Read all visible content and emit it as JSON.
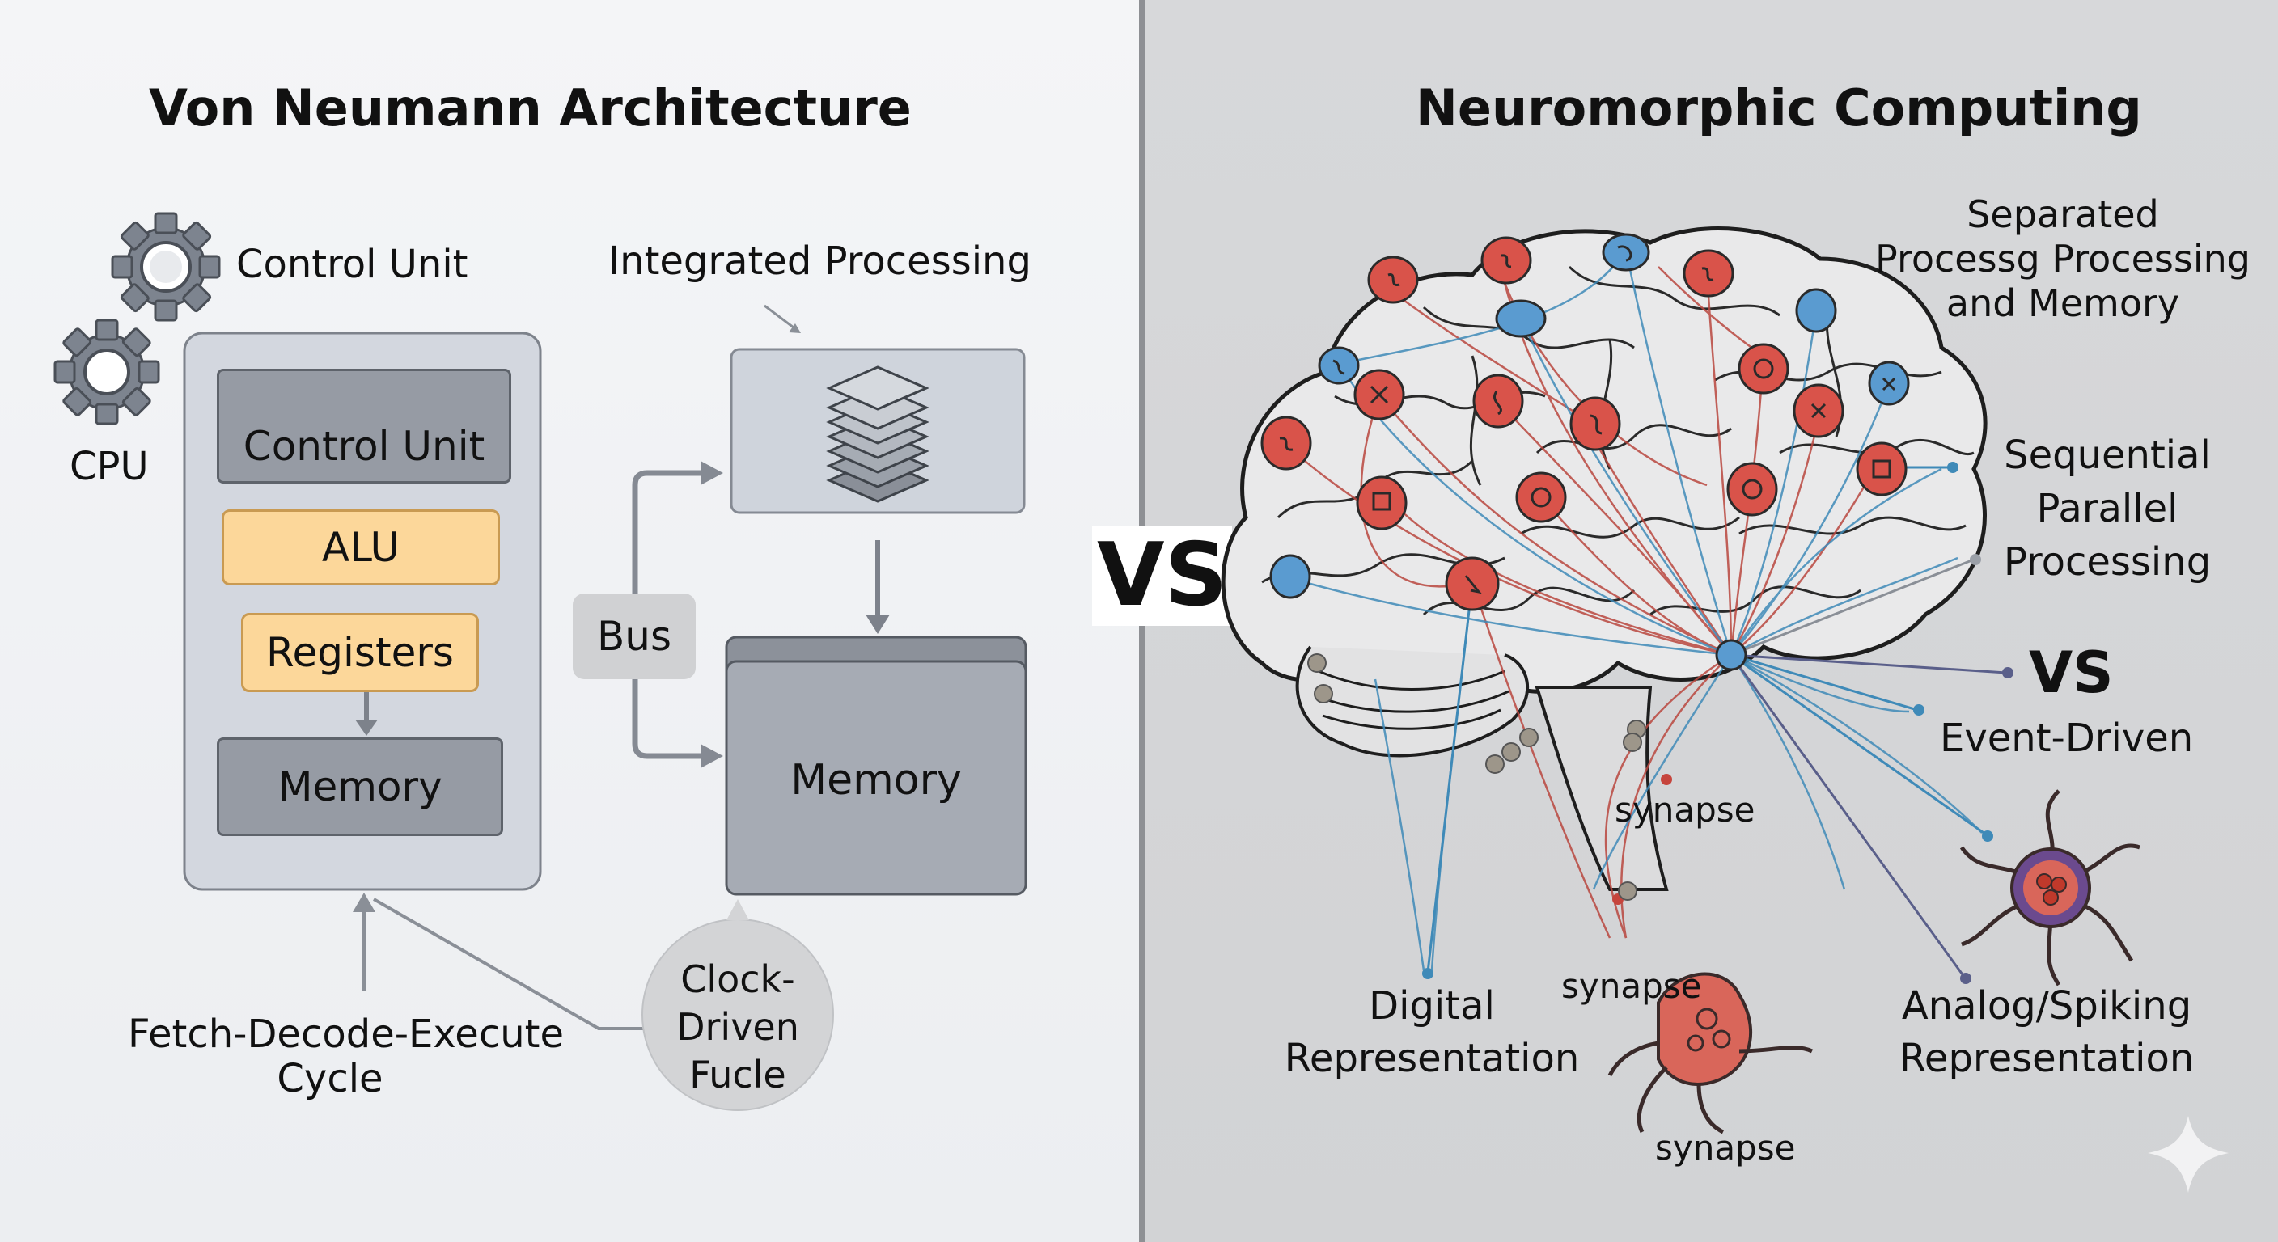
{
  "left": {
    "title": "Von Neumann Architecture",
    "control_unit_label": "Control Unit",
    "cpu_label": "CPU",
    "integrated_processing_label": "Integrated Processing",
    "cpu_blocks": {
      "control_unit": "Control Unit",
      "alu": "ALU",
      "registers": "Registers",
      "memory": "Memory"
    },
    "bus_label": "Bus",
    "memory_label": "Memory",
    "cycle_line1": "Fetch-Decode-Execute",
    "cycle_line2": "Cycle",
    "clock_line1": "Clock-",
    "clock_line2": "Driven",
    "clock_line3": "Fucle"
  },
  "center": {
    "vs": "VS"
  },
  "right": {
    "title": "Neuromorphic Computing",
    "separated_line1": "Separated",
    "separated_line2": "Processg Processing",
    "separated_line3": "and Memory",
    "sequential_line1": "Sequential",
    "sequential_line2": "Parallel",
    "sequential_line3": "Processing",
    "vs_small": "VS",
    "event_driven": "Event-Driven",
    "synapse_1": "synapse",
    "synapse_2": "synapse",
    "synapse_3": "synapse",
    "digital_line1": "Digital",
    "digital_line2": "Representation",
    "analog_line1": "Analog/Spiking",
    "analog_line2": "Representation"
  },
  "colors": {
    "neuron_red": "#d9534a",
    "neuron_blue": "#5a9bd0",
    "alu_orange": "#fcd79a",
    "block_gray": "#969ba4",
    "cpu_box": "#d3d7df"
  }
}
